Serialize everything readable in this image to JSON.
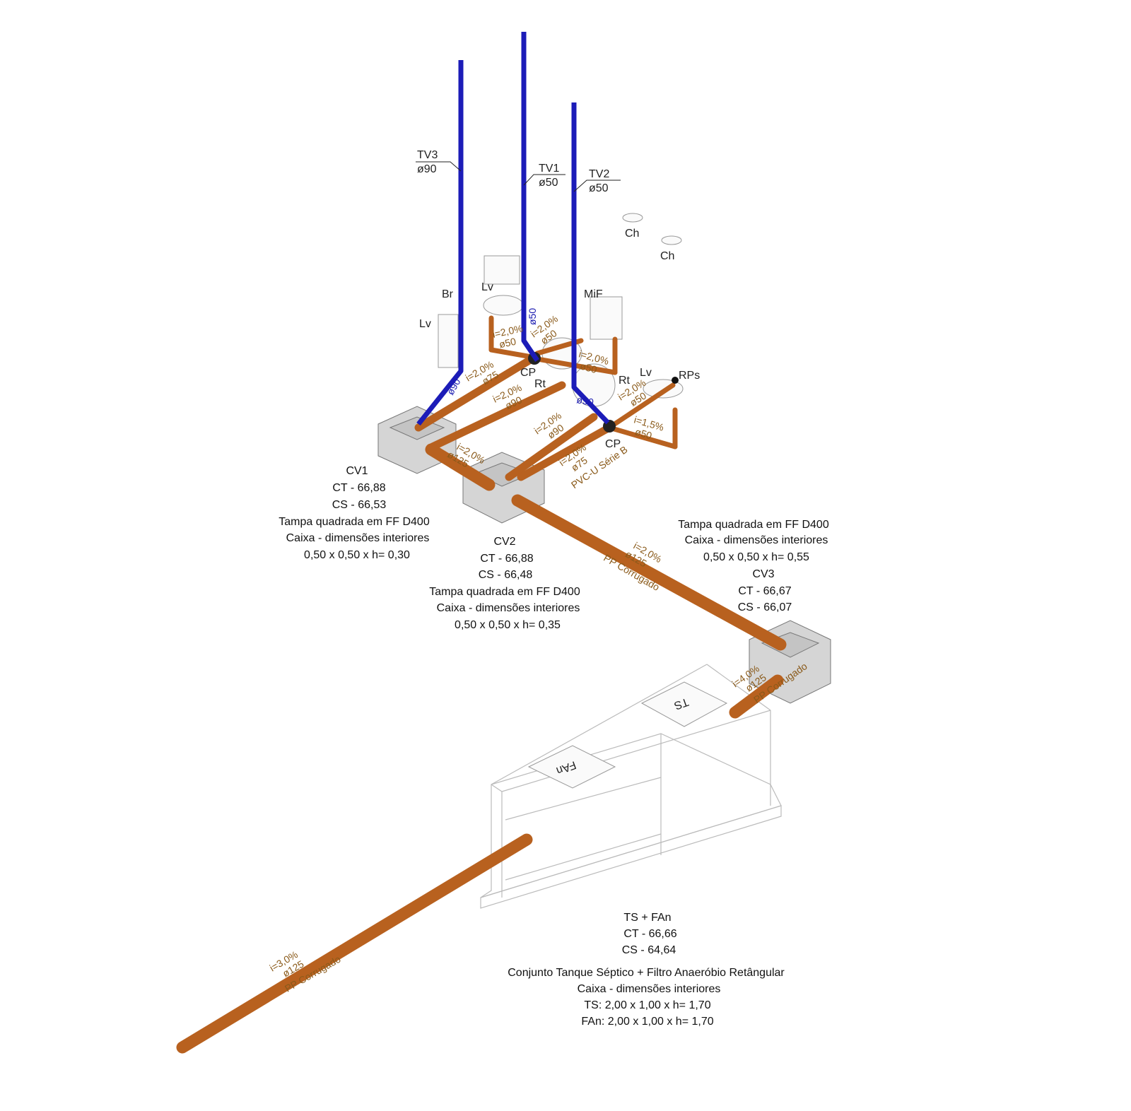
{
  "vents": [
    {
      "id": "TV3",
      "diameter": "ø90",
      "color": "#1c1cb8"
    },
    {
      "id": "TV1",
      "diameter": "ø50"
    },
    {
      "id": "TV2",
      "diameter": "ø50"
    }
  ],
  "fixtures": {
    "ch1": "Ch",
    "ch2": "Ch",
    "br": "Br",
    "lv1": "Lv",
    "lv2": "Lv",
    "lv3": "Lv",
    "mif": "MiF",
    "rt1": "Rt",
    "rt2": "Rt",
    "rps": "RPs",
    "cp1": "CP",
    "cp2": "CP"
  },
  "blue_labels": {
    "v90": "ø90",
    "v50a": "ø50",
    "v50b": "ø50"
  },
  "pipe_labels": [
    {
      "slope": "i=2,0%",
      "dia": "ø50"
    },
    {
      "slope": "i=2,0%",
      "dia": "ø50"
    },
    {
      "slope": "i=2,0%",
      "dia": "ø50"
    },
    {
      "slope": "i=2,0%",
      "dia": "ø75"
    },
    {
      "slope": "i=2,0%",
      "dia": "ø90"
    },
    {
      "slope": "i=2,0%",
      "dia": "ø50"
    },
    {
      "slope": "i=1,5%",
      "dia": "ø50"
    },
    {
      "slope": "i=2,0%",
      "dia": "ø90"
    },
    {
      "slope": "i=2,0%",
      "dia": "ø75",
      "material": "PVC-U Série B"
    },
    {
      "slope": "i=2,0%",
      "dia": "ø125"
    },
    {
      "slope": "i=2,0%",
      "dia": "ø125",
      "material": "PP Corrugado"
    },
    {
      "slope": "i=4,0%",
      "dia": "ø125",
      "material": "PP Corrugado"
    },
    {
      "slope": "i=3,0%",
      "dia": "ø125",
      "material": "PP Corrugado"
    }
  ],
  "tank_marks": {
    "ts": "TS",
    "fan": "FAn"
  },
  "boxes": {
    "cv1": [
      "CV1",
      "CT - 66,88",
      "CS - 66,53",
      "Tampa quadrada em FF D400",
      "Caixa - dimensões interiores",
      "0,50 x  0,50 x h= 0,30"
    ],
    "cv2": [
      "CV2",
      "CT - 66,88",
      "CS - 66,48",
      "Tampa quadrada em FF D400",
      "Caixa - dimensões interiores",
      "0,50 x  0,50 x h= 0,35"
    ],
    "cv3": [
      "Tampa quadrada em FF D400",
      "Caixa - dimensões interiores",
      "0,50 x  0,50 x h= 0,55",
      "CV3",
      "CT - 66,67",
      "CS - 66,07"
    ],
    "tank": [
      "TS + FAn",
      "CT - 66,66",
      "CS - 64,64",
      "Conjunto Tanque Séptico + Filtro Anaeróbio Retângular",
      "Caixa - dimensões interiores",
      "TS: 2,00 x 1,00 x h= 1,70",
      "FAn: 2,00 x 1,00 x h= 1,70"
    ]
  }
}
